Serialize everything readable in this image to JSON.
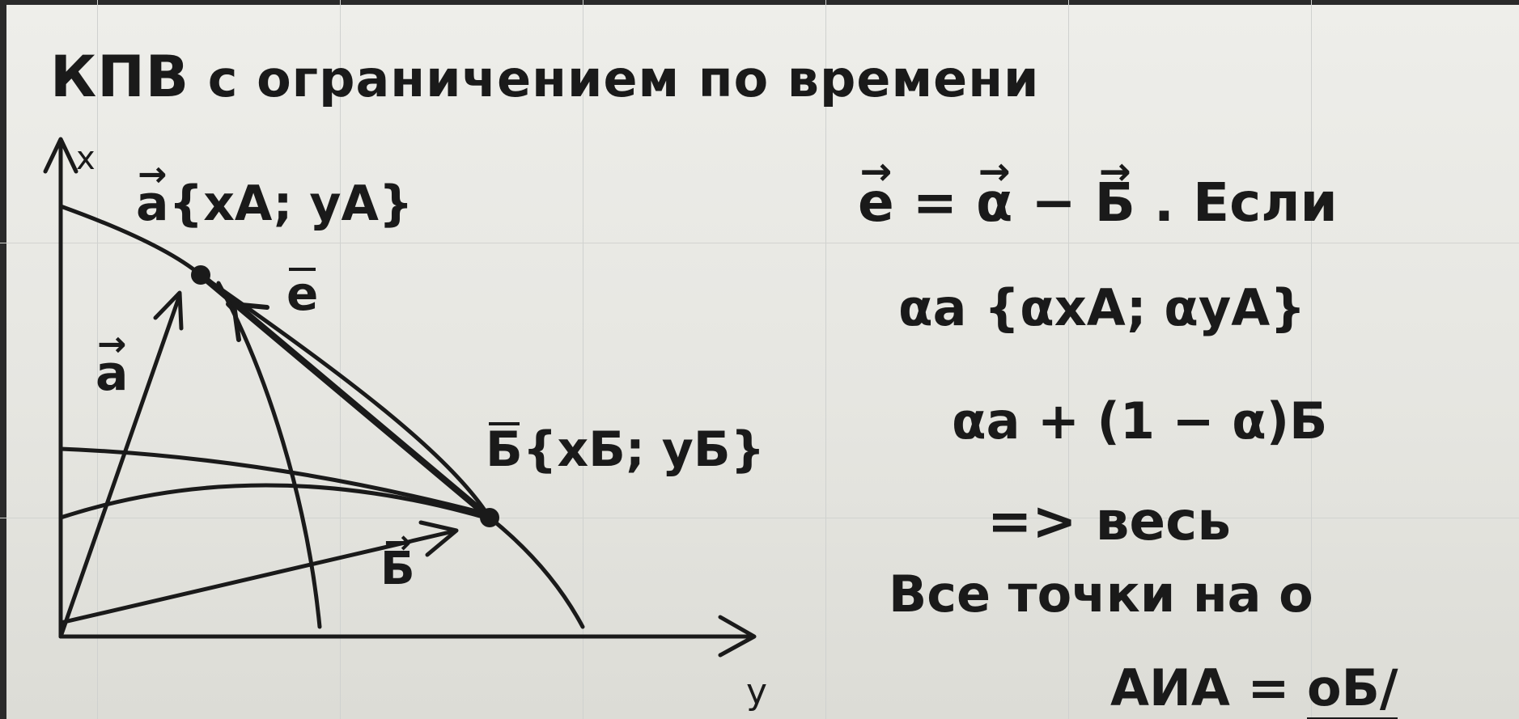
{
  "title": {
    "abbr": "КПВ",
    "rest": " с ограничением по времени"
  },
  "diagram": {
    "x_axis_label": "x",
    "y_axis_label": "y",
    "point_a_name": "a",
    "point_a_coords": "{xA; yA}",
    "vector_e_label": "e",
    "vector_a_label": "a",
    "point_b_name": "Б",
    "point_b_coords": "{xБ; yБ}",
    "vector_b_label": "Б"
  },
  "notes": {
    "line1": {
      "e": "e",
      "mid": " = ",
      "alpha": "α",
      "minus": " − ",
      "b": "Б",
      "tail": " . Если"
    },
    "line2": "αa {αxA; αyA}",
    "line3": "αa + (1 − α)Б",
    "line4": "=> весь",
    "line5": "Все точки на о",
    "line6": {
      "lhs": "АИА = ",
      "rhs": "oБ/"
    }
  }
}
